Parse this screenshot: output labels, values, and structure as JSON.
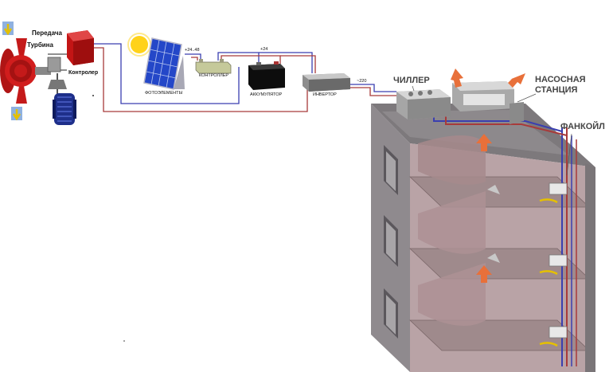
{
  "labels": {
    "transmission": "Передача",
    "turbine": "Турбина",
    "controller_wind": "Контролер",
    "photo_elements": "ФОТОЭЛЕМЕНТЫ",
    "voltage_24_48": "+24..48",
    "controller": "КОНТРОЛЛЕР",
    "voltage_24": "+24",
    "battery": "АККУМУЛЯТОР",
    "inverter": "ИНВЕРТОР",
    "voltage_220": "~220",
    "chiller": "ЧИЛЛЕР",
    "pump_station_line1": "НАСОСНАЯ",
    "pump_station_line2": "СТАНЦИЯ",
    "fancoil": "ФАНКОЙЛ"
  },
  "colors": {
    "wire_blue": "#3a3fb0",
    "wire_red": "#a83a3a",
    "turbine_red": "#c41a1a",
    "generator_blue": "#1e2f8a",
    "solar_panel": "#2447c8",
    "sun": "#ffd21a",
    "building_wall": "#8f8a8e",
    "building_interior": "#b9a3a6",
    "heat_arrow": "#e8703a"
  },
  "icons": [
    "wind-turbine-icon",
    "generator-icon",
    "sun-icon",
    "solar-panel-icon",
    "battery-icon",
    "inverter-icon",
    "chiller-icon",
    "pump-station-icon",
    "fancoil-icon",
    "building-icon"
  ]
}
